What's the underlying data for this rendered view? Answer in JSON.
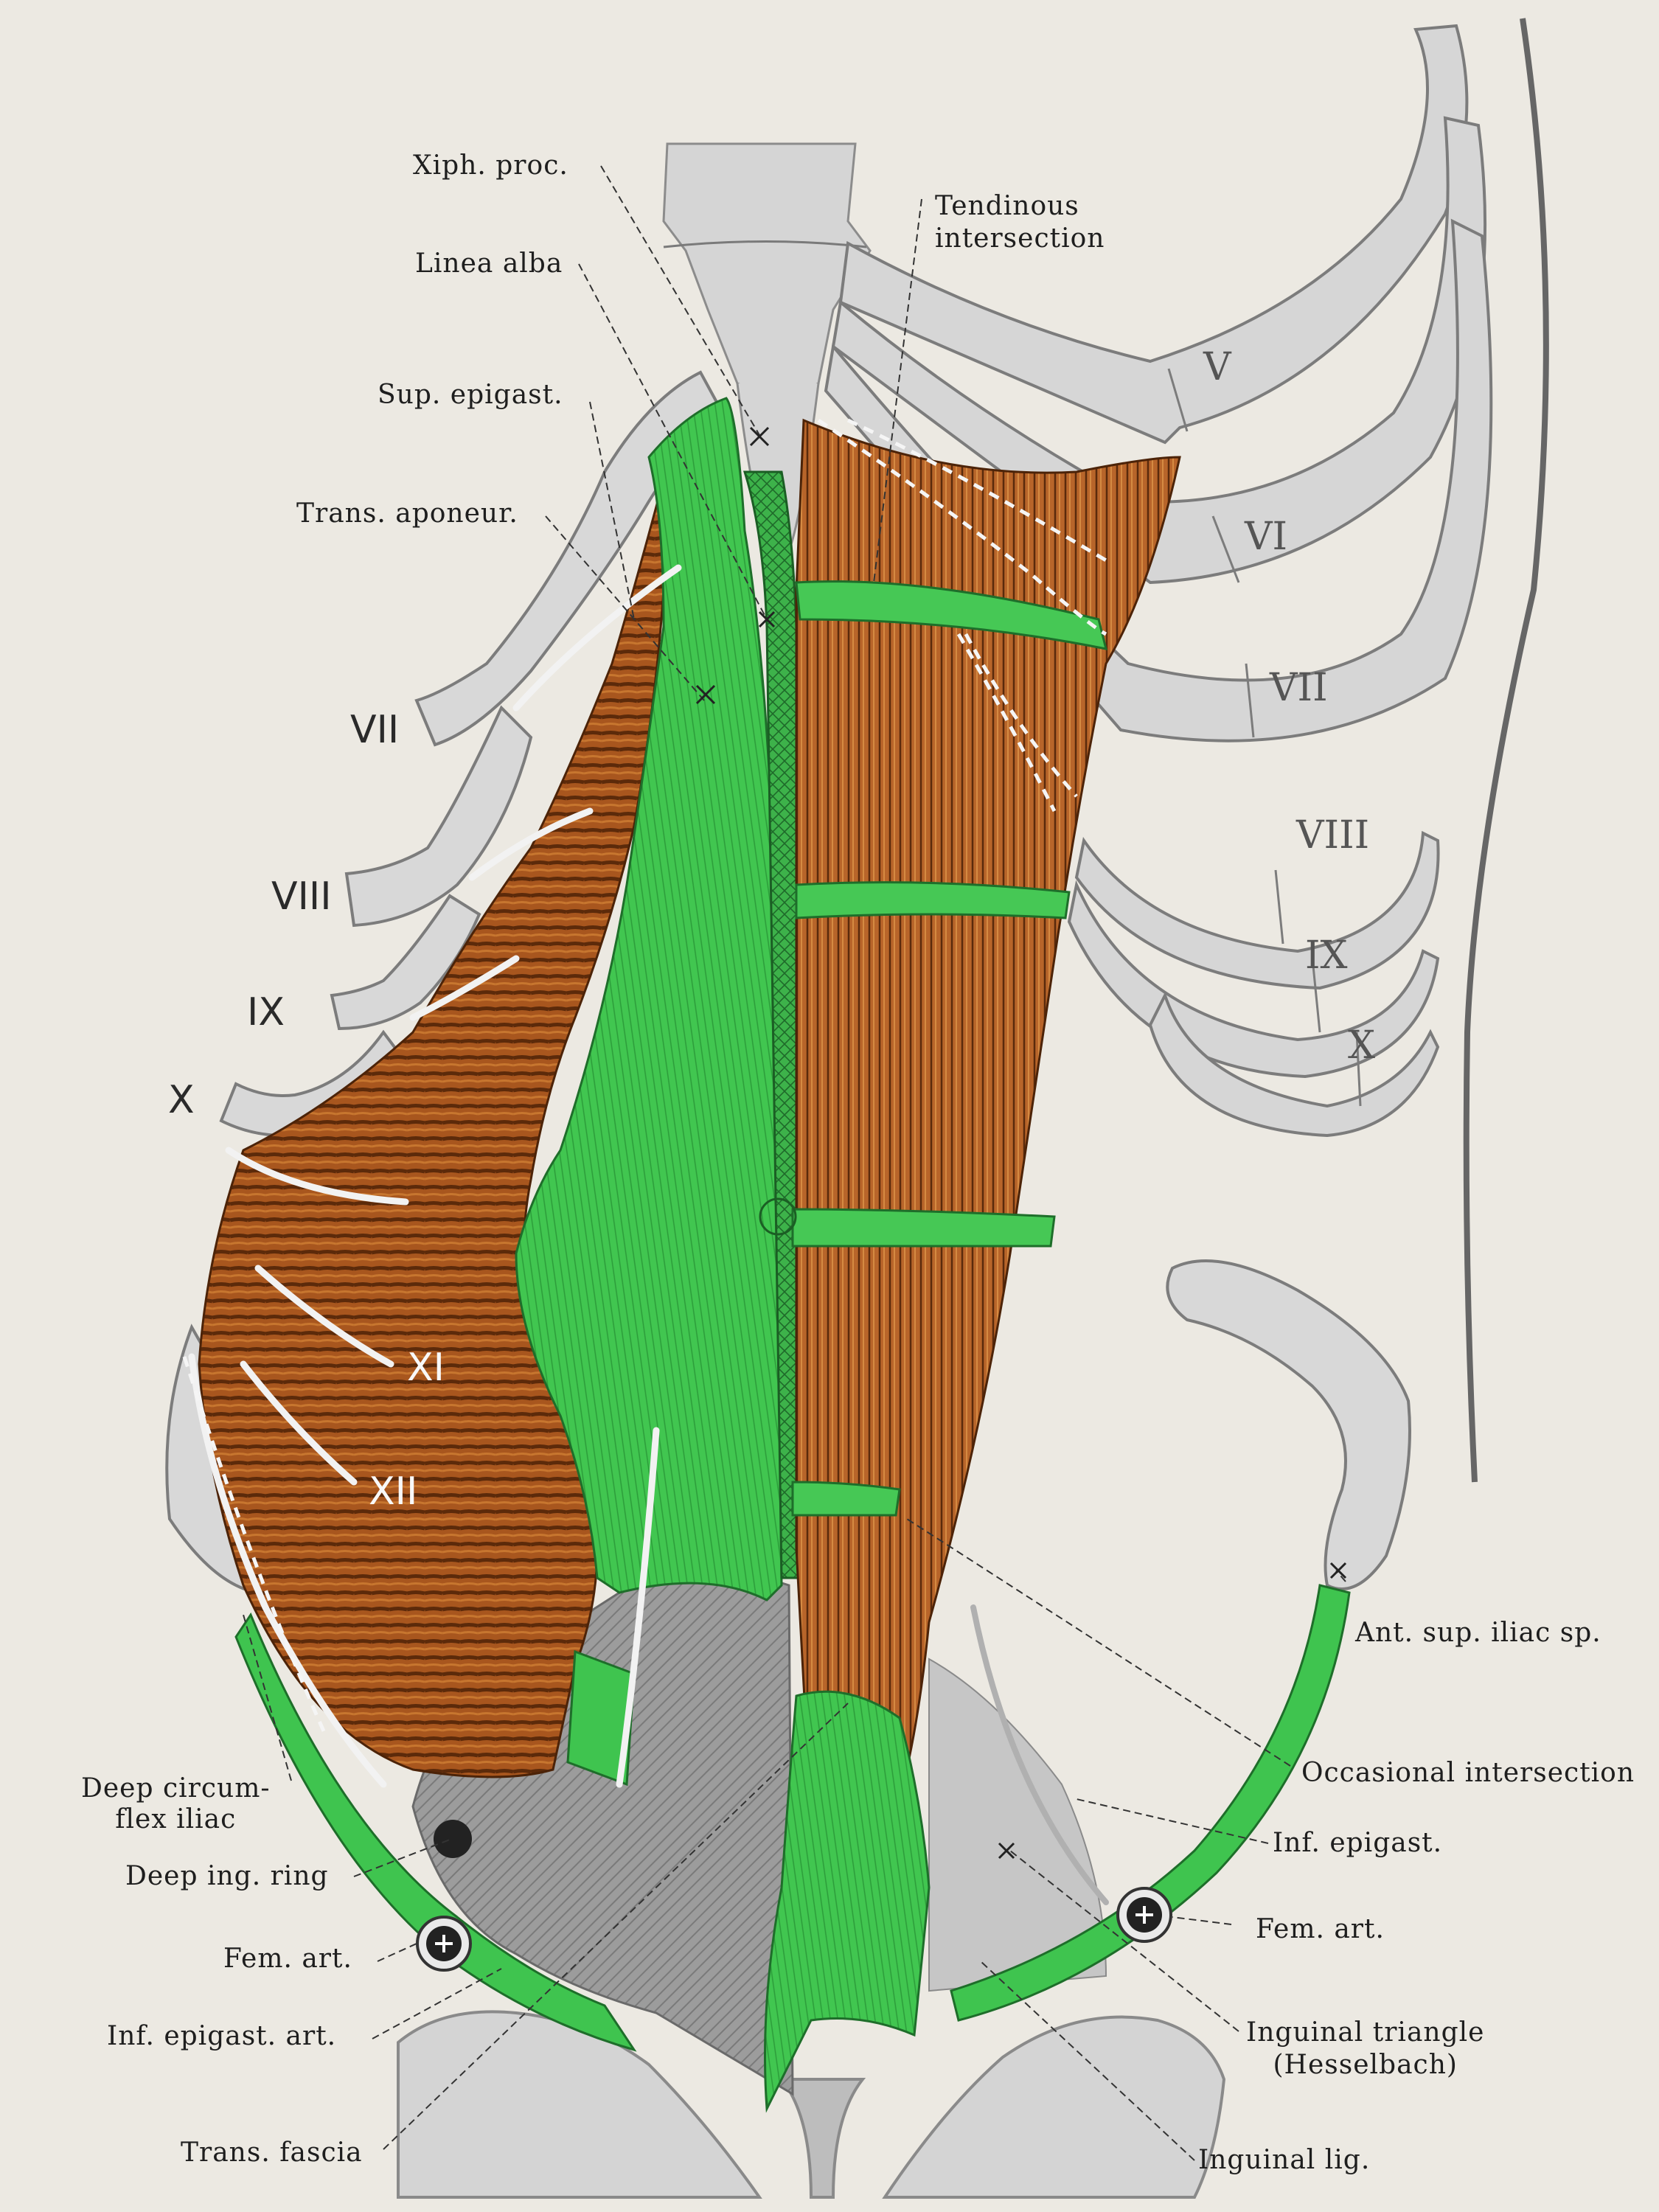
{
  "labels": {
    "xiph_proc": "Xiph. proc.",
    "linea_alba": "Linea alba",
    "tendinous_intersection": "Tendinous\nintersection",
    "sup_epigast": "Sup. epigast.",
    "trans_aponeur": "Trans. aponeur.",
    "ant_sup_iliac_sp": "Ant. sup. iliac sp.",
    "occasional_intersection": "Occasional intersection",
    "inf_epigast": "Inf. epigast.",
    "fem_art_right": "Fem. art.",
    "inguinal_triangle": "Inguinal triangle\n(Hesselbach)",
    "inguinal_lig": "Inguinal lig.",
    "deep_circumflex_iliac": "Deep circum-\nflex iliac",
    "deep_ing_ring": "Deep ing. ring",
    "fem_art_left": "Fem. art.",
    "inf_epigast_art": "Inf. epigast. art.",
    "trans_fascia": "Trans. fascia"
  },
  "ribs_left": [
    "VII",
    "VIII",
    "IX",
    "X",
    "XI",
    "XII"
  ],
  "ribs_right": [
    "V",
    "VI",
    "VII",
    "VIII",
    "IX",
    "X"
  ],
  "colors": {
    "background": "#ece9e2",
    "muscle": "#a8561e",
    "aponeurosis": "#3fc44f",
    "bone": "#d4d4d4",
    "fascia": "#9a9a9a",
    "ink": "#1e1e1e"
  }
}
